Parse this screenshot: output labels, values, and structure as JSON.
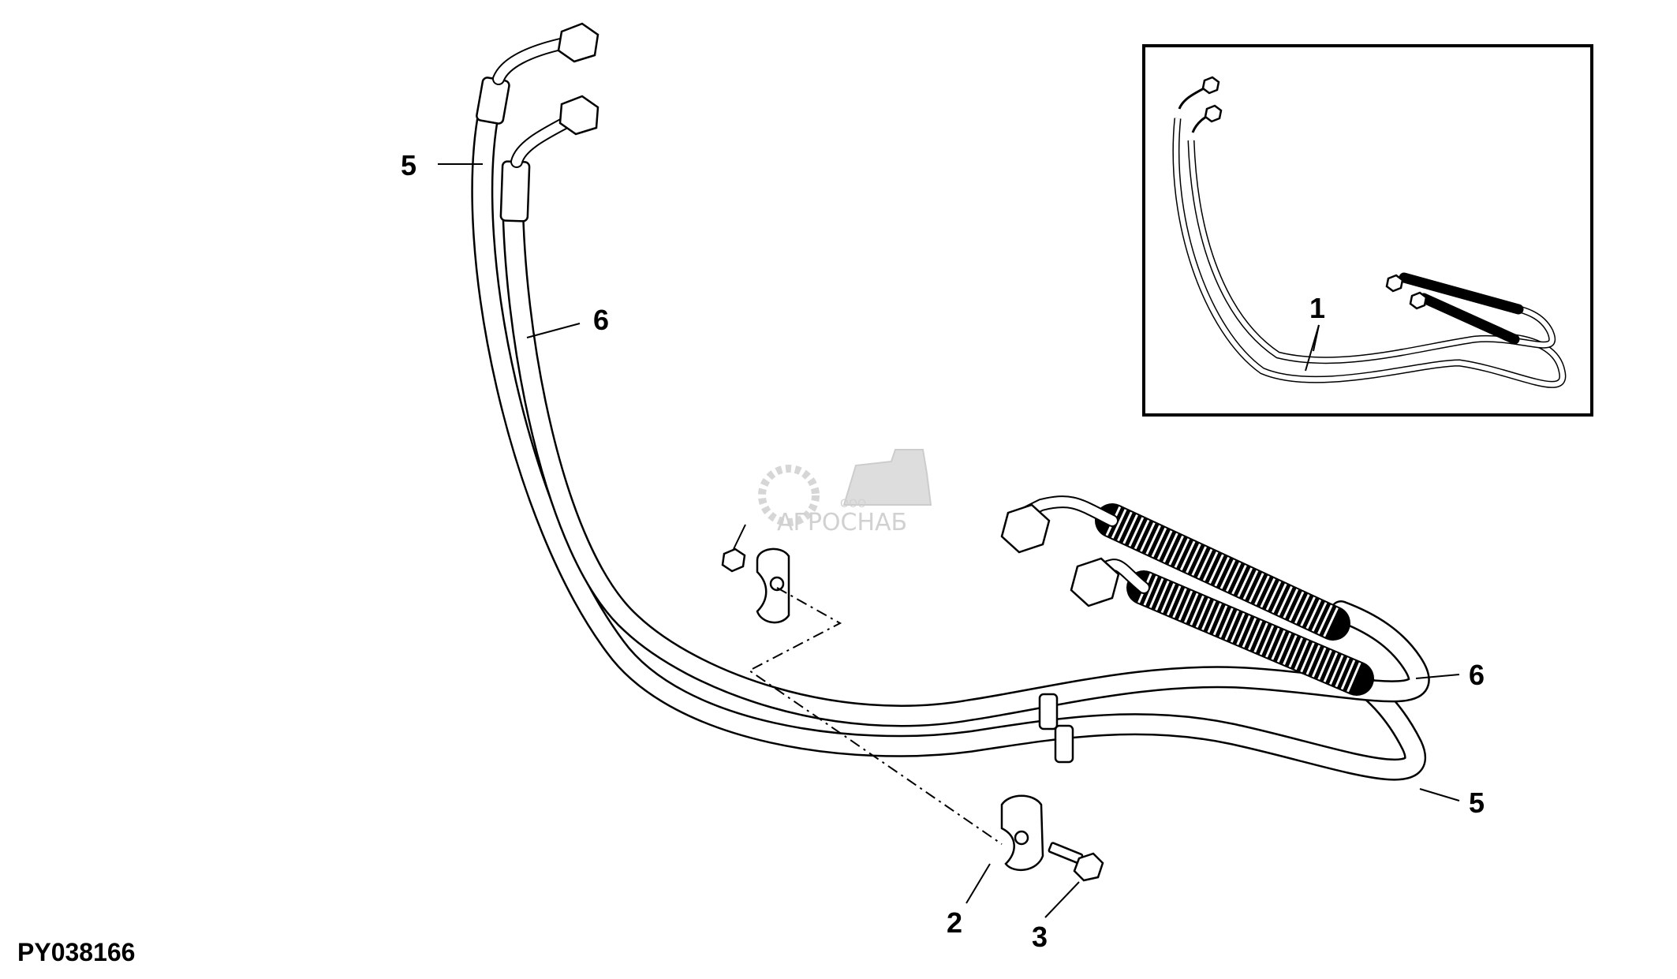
{
  "figure_id": "PY038166",
  "watermark": {
    "company_form": "ООО",
    "company_name": "АГРОСНАБ"
  },
  "callouts": {
    "main_top_5": "5",
    "main_top_6": "6",
    "right_6": "6",
    "right_5": "5",
    "clamp": "2",
    "bolt": "3",
    "inset_1": "1"
  }
}
